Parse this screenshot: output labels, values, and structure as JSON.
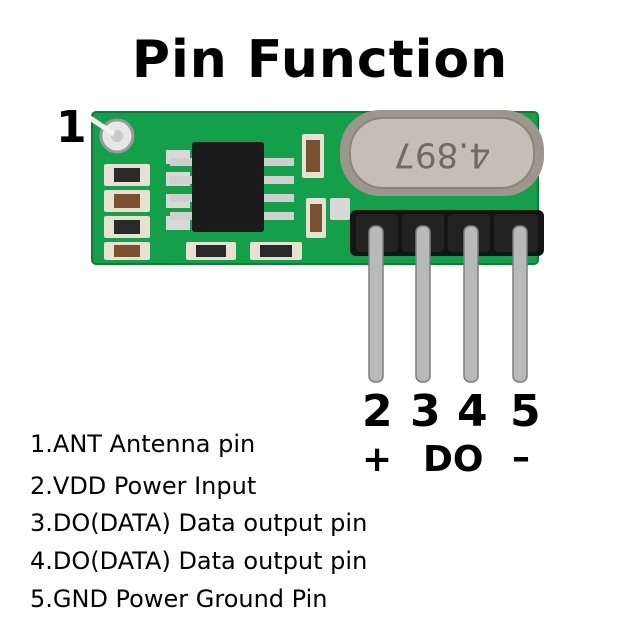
{
  "title": "Pin Function",
  "antenna_marker": "1",
  "crystal_marking": "4.897",
  "header_pins": [
    {
      "number": "2",
      "sign": "+"
    },
    {
      "number": "3",
      "sign": "DO"
    },
    {
      "number": "4",
      "sign": ""
    },
    {
      "number": "5",
      "sign": "–"
    }
  ],
  "descriptions": [
    "1.ANT Antenna pin",
    "2.VDD Power Input",
    "3.DO(DATA) Data output pin",
    "4.DO(DATA) Data output pin",
    "5.GND Power Ground Pin"
  ],
  "colors": {
    "pcb": "#14a04a",
    "pcb_edge": "#0e7c38",
    "chip": "#1c1c1c",
    "crystal": "#b8b2a8",
    "header": "#141414",
    "pin": "#b9b9b9"
  }
}
